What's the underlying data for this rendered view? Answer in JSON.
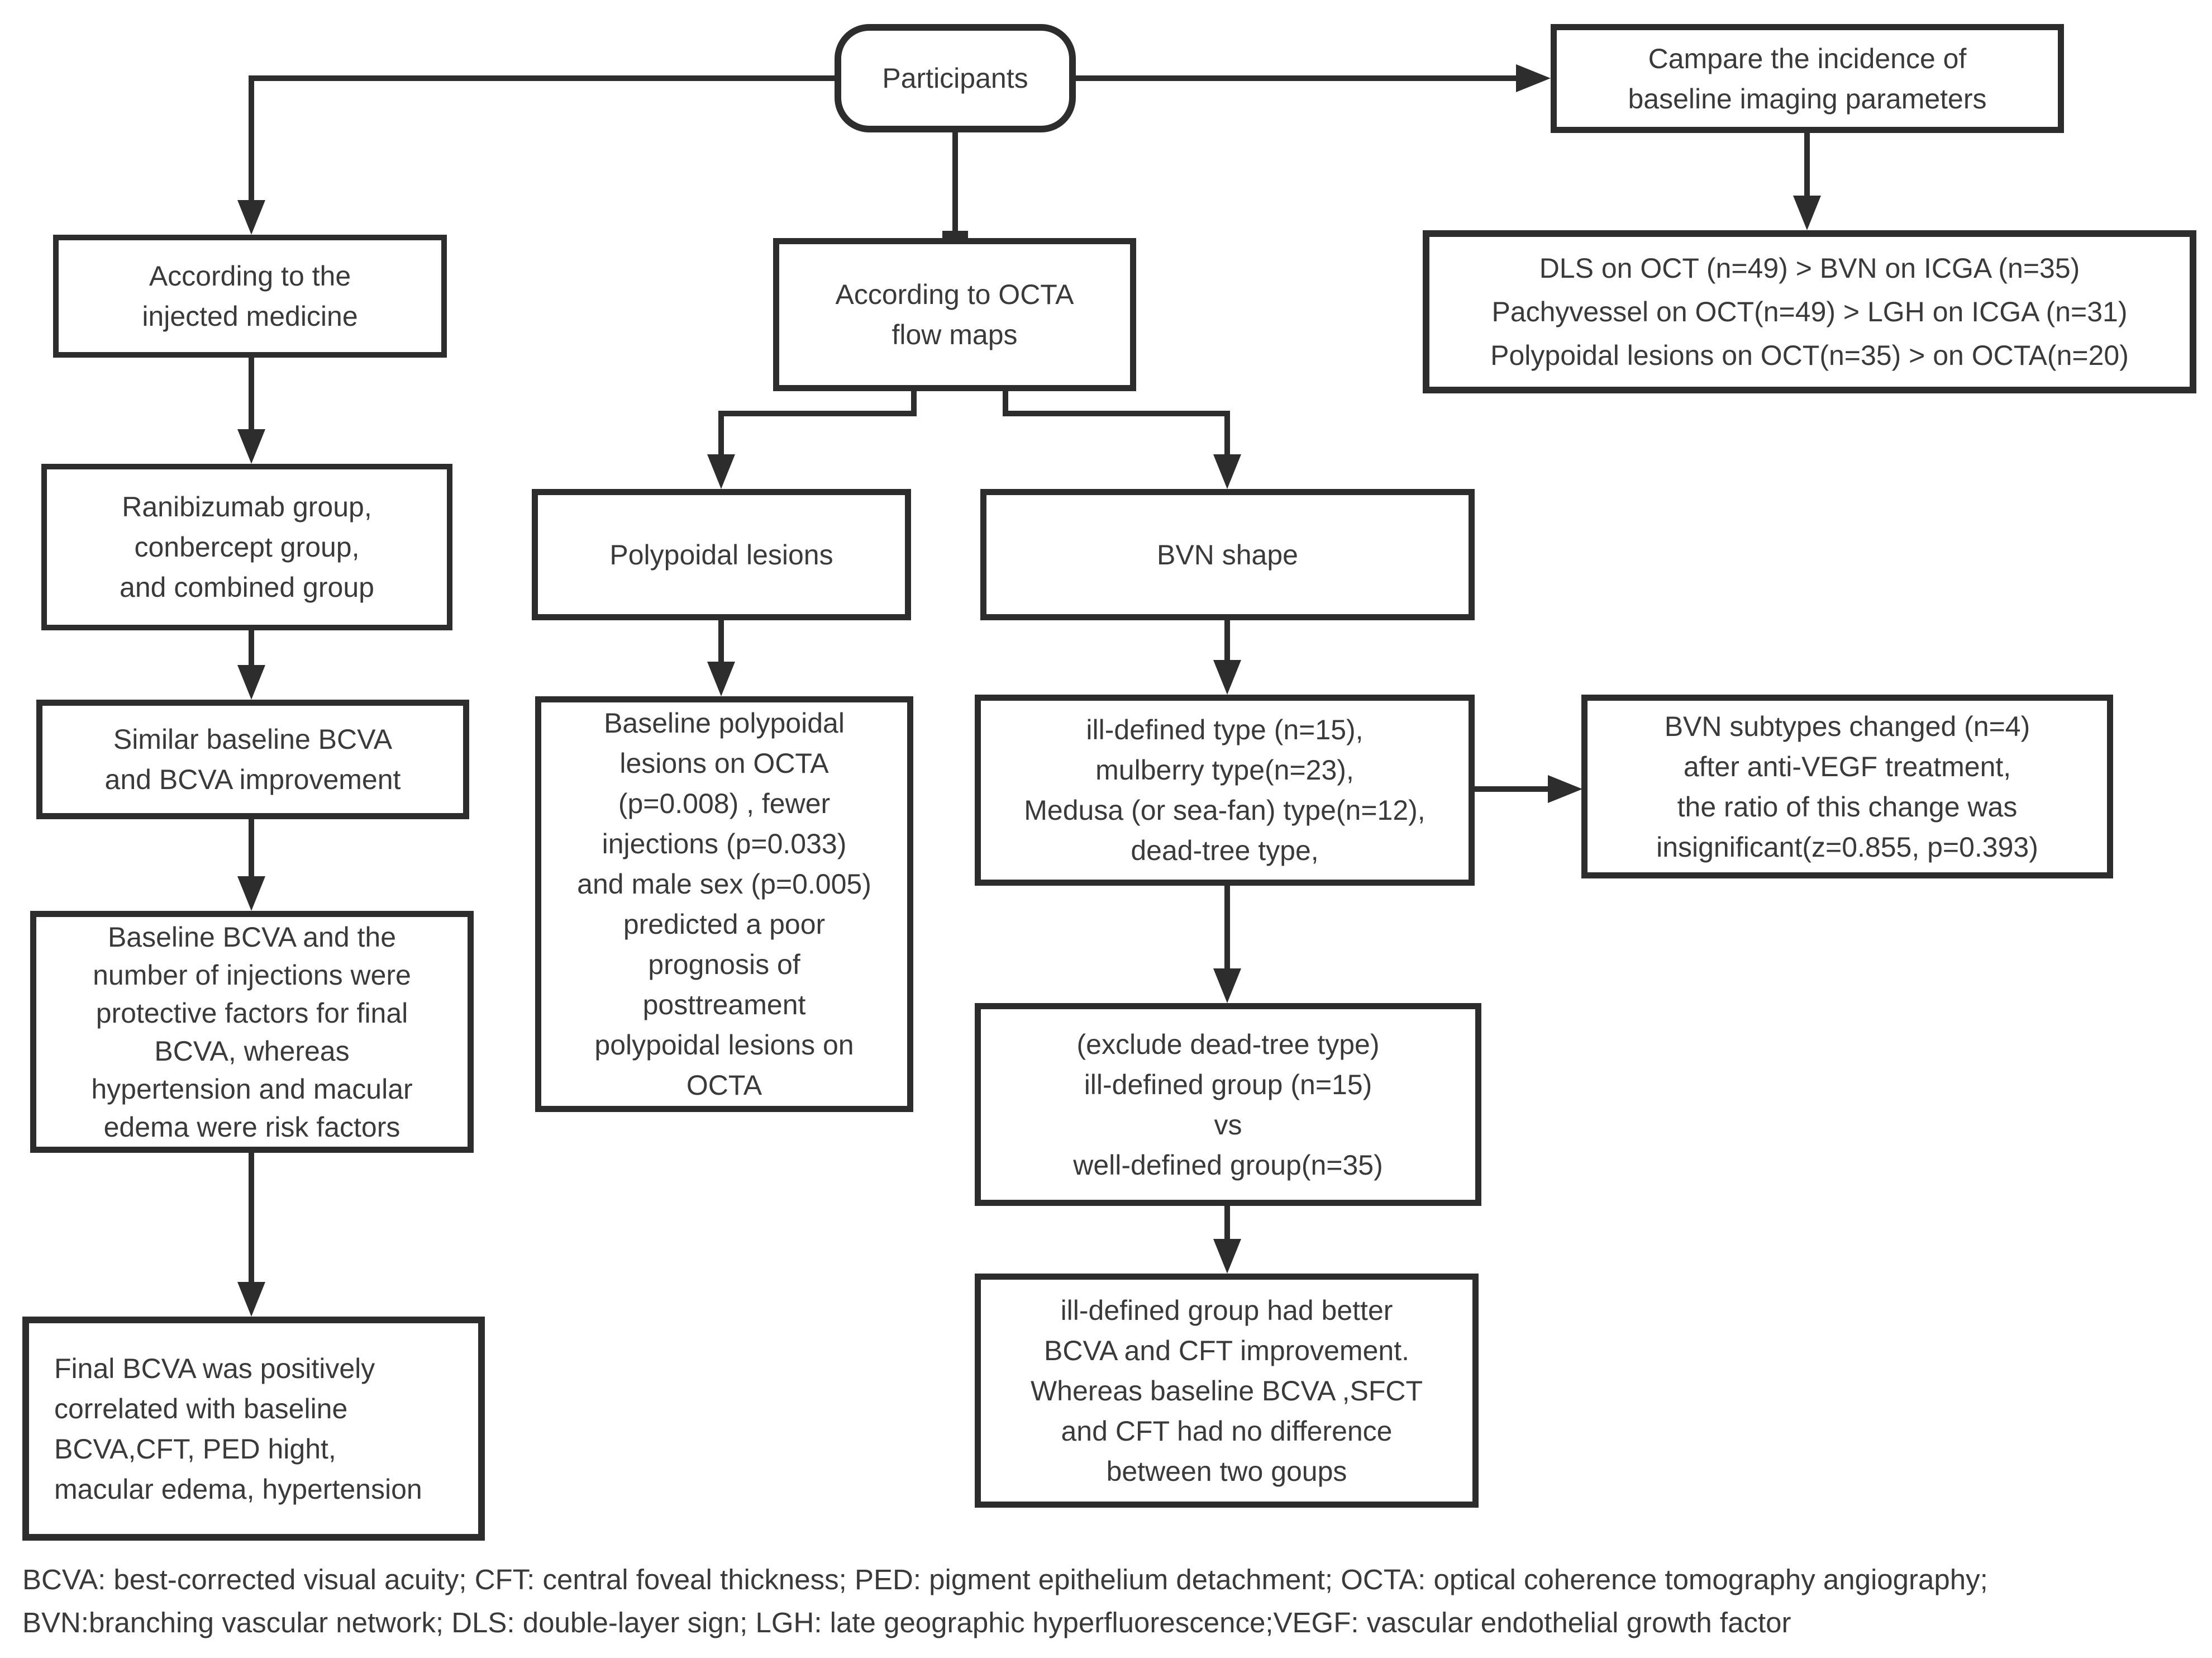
{
  "colors": {
    "line": "#2d2d2d",
    "text": "#3a3a3a",
    "background": "#ffffff"
  },
  "nodes": {
    "participants": {
      "label": "Participants"
    },
    "compare_incidence": {
      "lines": [
        "Campare the incidence of",
        "baseline imaging parameters"
      ]
    },
    "imaging_incidence": {
      "lines": [
        "DLS on OCT (n=49) > BVN on ICGA (n=35)",
        "Pachyvessel on OCT(n=49) > LGH on ICGA (n=31)",
        "Polypoidal lesions on OCT(n=35) > on OCTA(n=20)"
      ]
    },
    "injected_medicine": {
      "lines": [
        "According to the",
        "injected medicine"
      ]
    },
    "treatment_groups": {
      "lines": [
        "Ranibizumab group,",
        "conbercept group,",
        "and combined group"
      ]
    },
    "similar_bcva": {
      "lines": [
        "Similar baseline BCVA",
        "and BCVA improvement"
      ]
    },
    "protective_risk_factors": {
      "lines": [
        "Baseline BCVA and the",
        "number of injections were",
        "protective factors for final",
        "BCVA, whereas",
        "hypertension and macular",
        "edema were risk factors"
      ]
    },
    "final_bcva_correlation": {
      "lines": [
        "Final BCVA was positively",
        "correlated with  baseline",
        "BCVA,CFT, PED hight,",
        "macular edema, hypertension"
      ]
    },
    "octa_flow_maps": {
      "lines": [
        "According to OCTA",
        "flow maps"
      ]
    },
    "polypoidal_lesions": {
      "label": "Polypoidal lesions"
    },
    "bvn_shape": {
      "label": "BVN shape"
    },
    "polypoidal_prognosis": {
      "lines": [
        "Baseline polypoidal",
        "lesions on OCTA",
        "(p=0.008) , fewer",
        "injections (p=0.033)",
        "and male sex (p=0.005)",
        "predicted a poor",
        "prognosis of",
        "posttreament",
        "polypoidal lesions on",
        "OCTA"
      ]
    },
    "bvn_types": {
      "lines": [
        "ill-defined type (n=15),",
        "mulberry type(n=23),",
        "Medusa (or sea-fan) type(n=12),",
        "dead-tree type,"
      ]
    },
    "bvn_subtypes_change": {
      "lines": [
        "BVN subtypes changed (n=4)",
        "after anti-VEGF treatment,",
        "the ratio of this change was",
        "insignificant(z=0.855, p=0.393)"
      ]
    },
    "group_comparison": {
      "lines": [
        "(exclude dead-tree type)",
        "ill-defined group (n=15)",
        "vs",
        "well-defined group(n=35)"
      ]
    },
    "group_outcome": {
      "lines": [
        "ill-defined group had better",
        "BCVA and CFT improvement.",
        "Whereas baseline BCVA ,SFCT",
        "and CFT had no difference",
        "between two goups"
      ]
    }
  },
  "footer": {
    "lines": [
      "BCVA: best-corrected visual acuity; CFT: central foveal thickness; PED: pigment epithelium detachment; OCTA: optical coherence tomography angiography;",
      "BVN:branching vascular network; DLS: double-layer sign; LGH: late geographic hyperfluorescence;VEGF: vascular endothelial growth factor"
    ]
  }
}
